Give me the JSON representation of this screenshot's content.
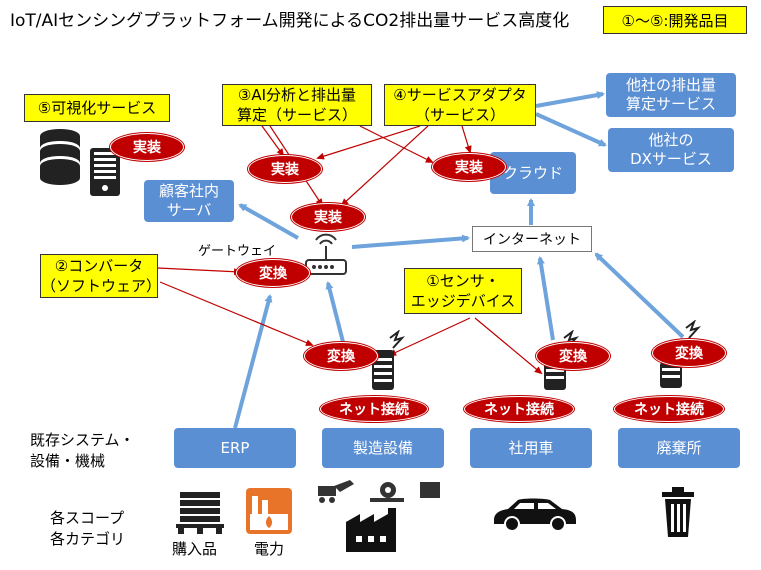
{
  "title": "IoT/AIセンシングプラットフォーム開発によるCO2排出量サービス高度化",
  "legend": "①～⑤:開発品目",
  "items": {
    "visualization": "⑤可視化サービス",
    "ai_analysis_1": "③AI分析と排出量",
    "ai_analysis_2": "算定（サービス）",
    "adapter_1": "④サービスアダプタ",
    "adapter_2": "（サービス）",
    "converter_1": "②コンバータ",
    "converter_2": "（ソフトウェア）",
    "sensor_1": "①センサ・",
    "sensor_2": "エッジデバイス"
  },
  "external": {
    "other_calc_1": "他社の排出量",
    "other_calc_2": "算定サービス",
    "other_dx_1": "他社の",
    "other_dx_2": "DXサービス"
  },
  "nodes": {
    "cloud": "クラウド",
    "customer_server_1": "顧客社内",
    "customer_server_2": "サーバ",
    "internet": "インターネット",
    "gateway": "ゲートウェイ"
  },
  "badges": {
    "implement": "実装",
    "convert": "変換",
    "net_connect": "ネット接続"
  },
  "systems": {
    "label_1": "既存システム・",
    "label_2": "設備・機械",
    "erp": "ERP",
    "manufacturing": "製造設備",
    "company_car": "社用車",
    "disposal": "廃棄所"
  },
  "scope": {
    "label_1": "各スコープ",
    "label_2": "各カテゴリ",
    "purchased": "購入品",
    "electricity": "電力"
  },
  "colors": {
    "blue_box": "#5b8fd4",
    "red_oval": "#c00000",
    "yellow": "#ffff00",
    "arrow_blue": "#6ea3dc",
    "arrow_red": "#c00000"
  }
}
